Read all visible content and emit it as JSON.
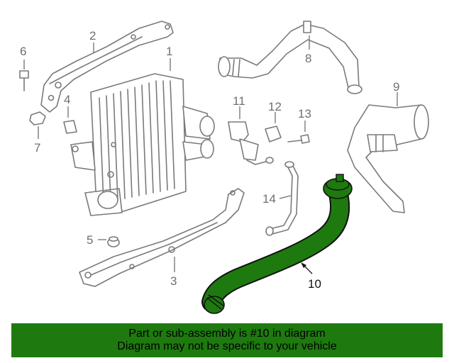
{
  "diagram": {
    "callouts": [
      {
        "id": "1",
        "text": "1"
      },
      {
        "id": "2",
        "text": "2"
      },
      {
        "id": "3",
        "text": "3"
      },
      {
        "id": "4",
        "text": "4"
      },
      {
        "id": "5",
        "text": "5"
      },
      {
        "id": "6",
        "text": "6"
      },
      {
        "id": "7",
        "text": "7"
      },
      {
        "id": "8",
        "text": "8"
      },
      {
        "id": "9",
        "text": "9"
      },
      {
        "id": "10",
        "text": "10"
      },
      {
        "id": "11",
        "text": "11"
      },
      {
        "id": "12",
        "text": "12"
      },
      {
        "id": "13",
        "text": "13"
      },
      {
        "id": "14",
        "text": "14"
      }
    ],
    "highlight_color": "#1e7a0f",
    "part_color": "#7a7a7a"
  },
  "banner": {
    "line1": "Part or sub-assembly is #10 in diagram",
    "line2": "Diagram may not be specific to your vehicle",
    "color": "#1e7a0f"
  }
}
